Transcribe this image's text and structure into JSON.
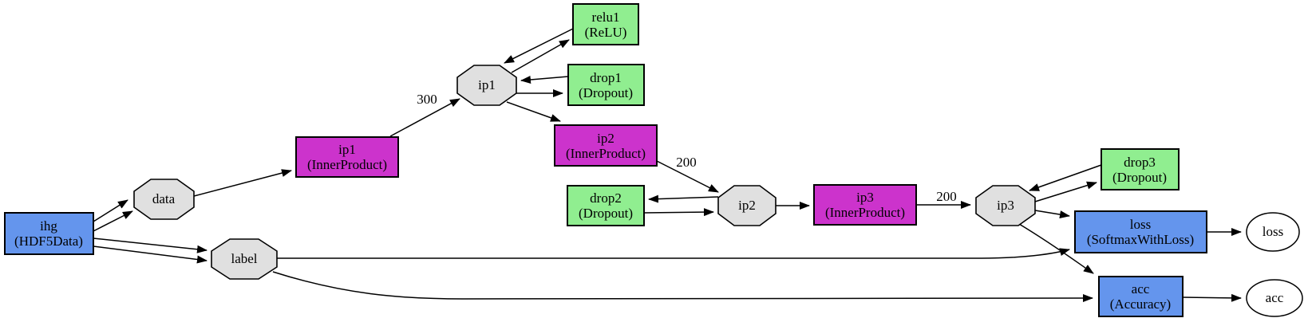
{
  "diagram": {
    "colors": {
      "data_layer": "#6495ED",
      "inner_product_layer": "#CC33CC",
      "neuron_layer": "#90EE90",
      "blob": "#E0E0E0",
      "output_blob": "#FFFFFF",
      "edge": "#000000"
    },
    "nodes": {
      "ihg": {
        "name": "ihg",
        "type": "(HDF5Data)"
      },
      "data_blob": {
        "label": "data"
      },
      "label_blob": {
        "label": "label"
      },
      "ip1_layer": {
        "name": "ip1",
        "type": "(InnerProduct)"
      },
      "ip1_blob": {
        "label": "ip1"
      },
      "relu1_layer": {
        "name": "relu1",
        "type": "(ReLU)"
      },
      "drop1_layer": {
        "name": "drop1",
        "type": "(Dropout)"
      },
      "ip2_layer": {
        "name": "ip2",
        "type": "(InnerProduct)"
      },
      "ip2_blob": {
        "label": "ip2"
      },
      "drop2_layer": {
        "name": "drop2",
        "type": "(Dropout)"
      },
      "ip3_layer": {
        "name": "ip3",
        "type": "(InnerProduct)"
      },
      "ip3_blob": {
        "label": "ip3"
      },
      "drop3_layer": {
        "name": "drop3",
        "type": "(Dropout)"
      },
      "loss_layer": {
        "name": "loss",
        "type": "(SoftmaxWithLoss)"
      },
      "acc_layer": {
        "name": "acc",
        "type": "(Accuracy)"
      },
      "loss_blob": {
        "label": "loss"
      },
      "acc_blob": {
        "label": "acc"
      }
    },
    "edge_labels": {
      "ip1_out": "300",
      "ip2_out": "200",
      "ip3_out": "200"
    }
  }
}
